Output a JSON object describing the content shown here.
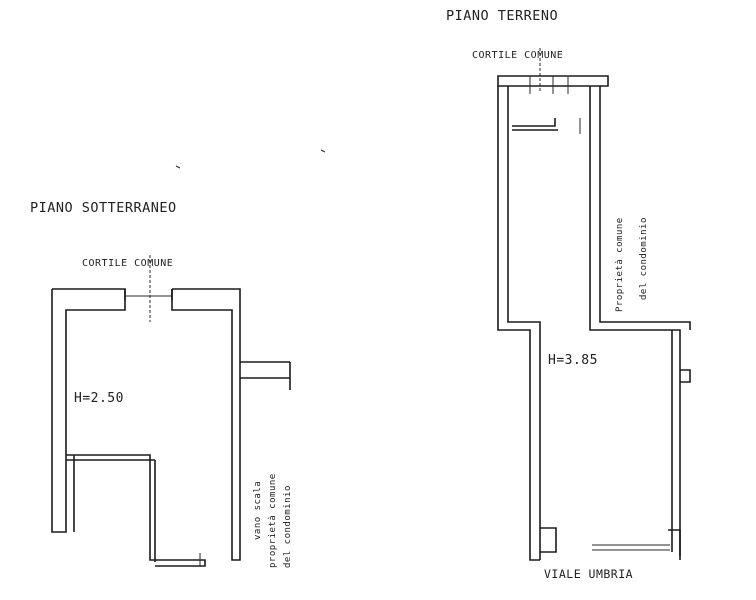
{
  "ground_floor": {
    "title": "PIANO TERRENO",
    "courtyard": "CORTILE COMUNE",
    "height": "H=3.85",
    "side_note_1": "Proprietà comune",
    "side_note_2": "del condominio",
    "street": "VIALE UMBRIA"
  },
  "basement": {
    "title": "PIANO SOTTERRANEO",
    "courtyard": "CORTILE COMUNE",
    "height": "H=2.50",
    "stair_note_1": "vano scala",
    "stair_note_2": "proprietà comune",
    "stair_note_3": "del condominio"
  }
}
